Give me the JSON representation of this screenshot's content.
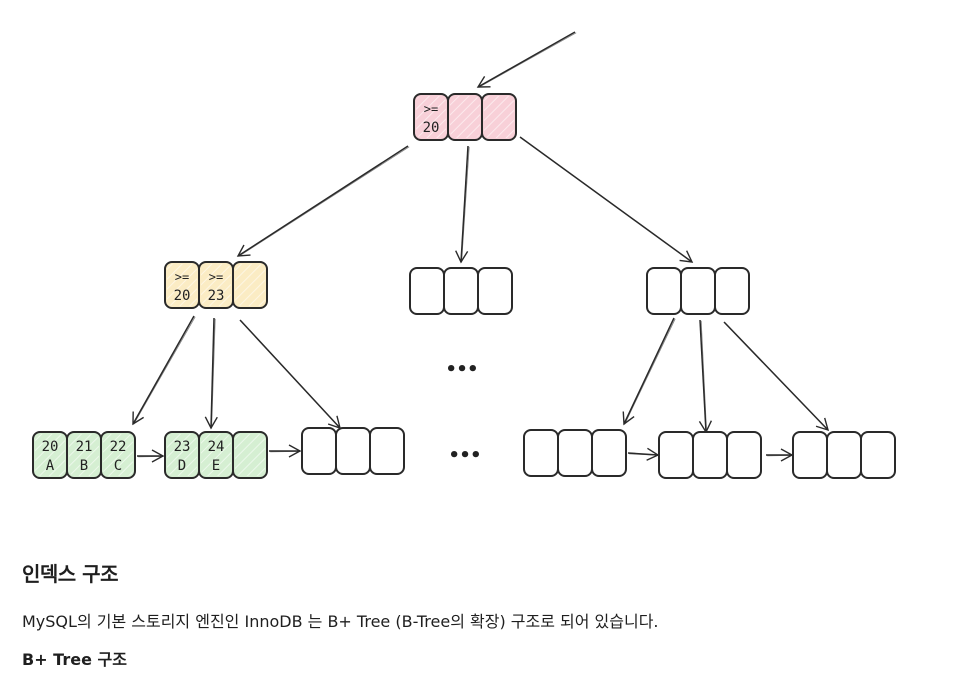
{
  "diagram": {
    "root": {
      "fill": "#f8d0d8",
      "cells": [
        [
          ">=",
          "20"
        ],
        [
          "",
          ""
        ],
        [
          "",
          ""
        ]
      ]
    },
    "level2": [
      {
        "fill": "#fbecc4",
        "cells": [
          [
            ">=",
            "20"
          ],
          [
            ">=",
            "23"
          ],
          [
            "",
            ""
          ]
        ]
      },
      {
        "fill": "",
        "cells": [
          [
            "",
            ""
          ],
          [
            "",
            ""
          ],
          [
            "",
            ""
          ]
        ]
      },
      {
        "fill": "",
        "cells": [
          [
            "",
            ""
          ],
          [
            "",
            ""
          ],
          [
            "",
            ""
          ]
        ]
      }
    ],
    "leaves": [
      {
        "fill": "#d5efd2",
        "cells": [
          [
            "20",
            "A"
          ],
          [
            "21",
            "B"
          ],
          [
            "22",
            "C"
          ]
        ]
      },
      {
        "fill": "#d5efd2",
        "cells": [
          [
            "23",
            "D"
          ],
          [
            "24",
            "E"
          ],
          [
            "",
            ""
          ]
        ]
      },
      {
        "fill": "",
        "cells": [
          [
            "",
            ""
          ],
          [
            "",
            ""
          ],
          [
            "",
            ""
          ]
        ]
      },
      {
        "fill": "",
        "cells": [
          [
            "",
            ""
          ],
          [
            "",
            ""
          ],
          [
            "",
            ""
          ]
        ]
      },
      {
        "fill": "",
        "cells": [
          [
            "",
            ""
          ],
          [
            "",
            ""
          ],
          [
            "",
            ""
          ]
        ]
      },
      {
        "fill": "",
        "cells": [
          [
            "",
            ""
          ],
          [
            "",
            ""
          ],
          [
            "",
            ""
          ]
        ]
      }
    ],
    "stroke": "#2a2a2a",
    "ellipsis": "•••"
  },
  "text": {
    "heading": "인덱스 구조",
    "paragraph": "MySQL의 기본 스토리지 엔진인 InnoDB 는 B+ Tree (B-Tree의 확장) 구조로 되어 있습니다.",
    "subheading": "B+ Tree 구조"
  }
}
